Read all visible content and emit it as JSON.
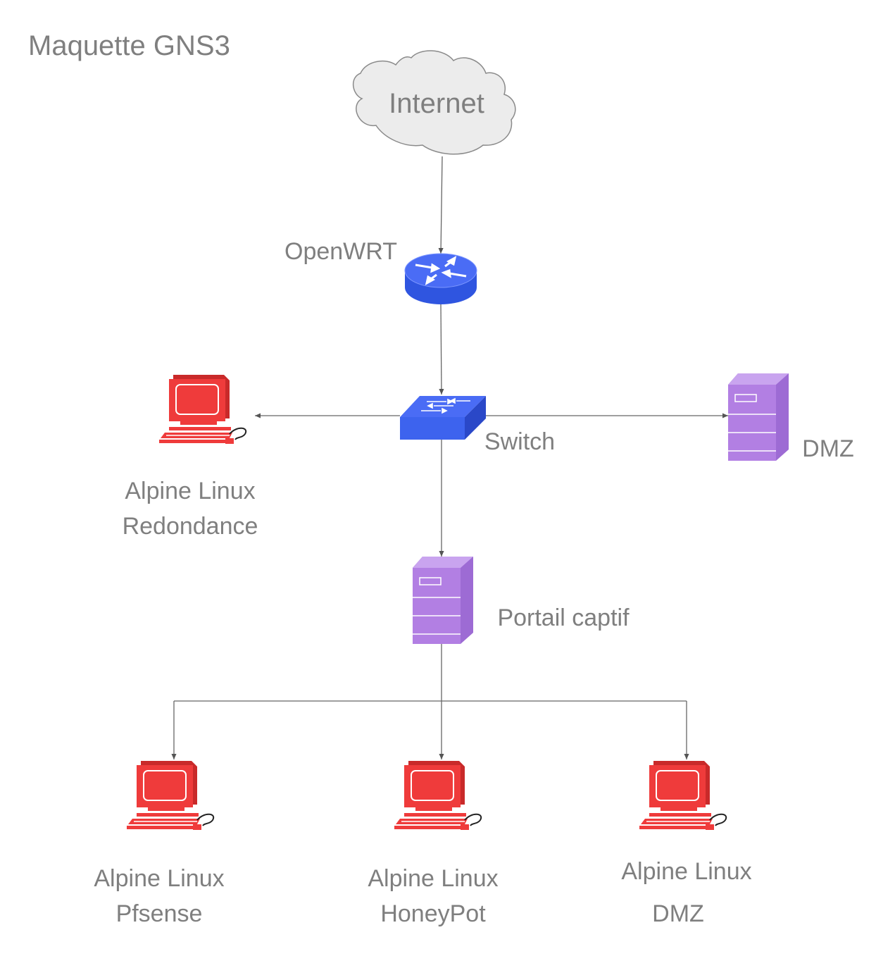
{
  "title": "Maquette GNS3",
  "colors": {
    "text": "#7f7f7f",
    "pc": "#ef3b3b",
    "server": "#b27fe3",
    "router": "#4a6cf5",
    "switch": "#3d63ee",
    "cloud": "#ececec",
    "edge": "#666666"
  },
  "nodes": {
    "internet": {
      "label": "Internet",
      "icon": "cloud-icon"
    },
    "openwrt": {
      "label": "OpenWRT",
      "icon": "router-icon"
    },
    "switch": {
      "label": "Switch",
      "icon": "switch-icon"
    },
    "dmz_server": {
      "label": "DMZ",
      "icon": "server-icon"
    },
    "redondance": {
      "label_line1": "Alpine Linux",
      "label_line2": "Redondance",
      "icon": "computer-icon"
    },
    "portail": {
      "label": "Portail captif",
      "icon": "server-icon"
    },
    "pfsense": {
      "label_line1": "Alpine Linux",
      "label_line2": "Pfsense",
      "icon": "computer-icon"
    },
    "honeypot": {
      "label_line1": "Alpine Linux",
      "label_line2": "HoneyPot",
      "icon": "computer-icon"
    },
    "dmz_pc": {
      "label_line1": "Alpine Linux",
      "label_line2": "DMZ",
      "icon": "computer-icon"
    }
  },
  "edges": [
    {
      "from": "Internet",
      "to": "OpenWRT"
    },
    {
      "from": "OpenWRT",
      "to": "Switch"
    },
    {
      "from": "Switch",
      "to": "Alpine Linux Redondance"
    },
    {
      "from": "Switch",
      "to": "DMZ"
    },
    {
      "from": "Switch",
      "to": "Portail captif"
    },
    {
      "from": "Portail captif",
      "to": "Alpine Linux Pfsense"
    },
    {
      "from": "Portail captif",
      "to": "Alpine Linux HoneyPot"
    },
    {
      "from": "Portail captif",
      "to": "Alpine Linux DMZ"
    }
  ]
}
